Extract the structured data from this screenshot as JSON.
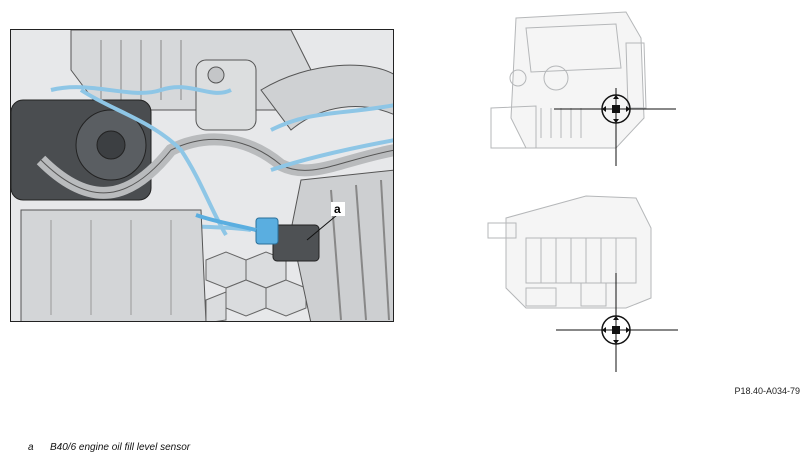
{
  "callout": {
    "letter": "a"
  },
  "reference_code": "P18.40-A034-79",
  "legend": [
    {
      "letter": "a",
      "text": "B40/6 engine oil fill level sensor"
    }
  ],
  "colors": {
    "highlight_lines": "#8ec6e6",
    "sensor_highlight": "#5aaee0",
    "engine_grey": "#c9cbcd",
    "outline": "#444444",
    "marker": "#111111"
  }
}
